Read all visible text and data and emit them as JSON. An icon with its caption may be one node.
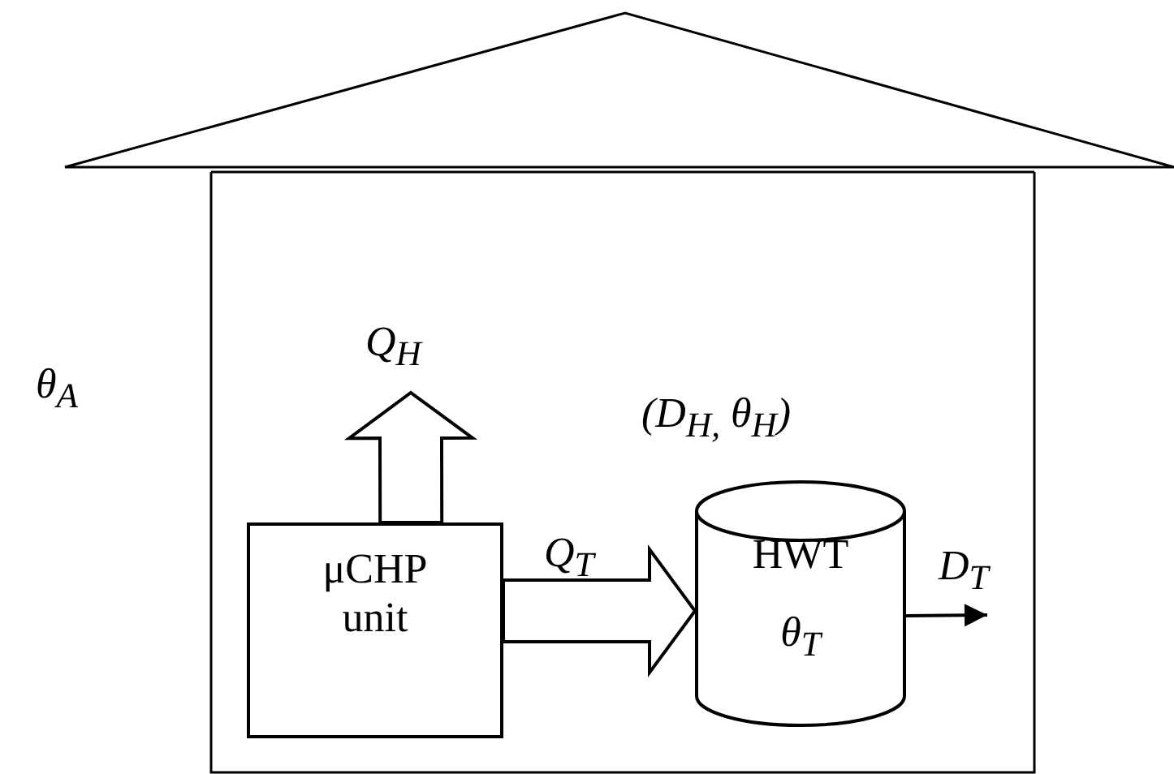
{
  "diagram": {
    "nodes": [
      {
        "text": [
          "(D$_{H,}$ θ$_{H}$)"
        ]
      },
      {
        "text": [
          "μCHP unit"
        ],
        "in": 0
      },
      {
        "text": [
          "HWT",
          "θ$_{T}$"
        ],
        "in": 0
      }
    ],
    "edges": [
      {
        "from": 1,
        "to": null,
        "arrow": "to",
        "label": "Q$_{H}$",
        "style": "thick"
      },
      {
        "from": 1,
        "to": 2,
        "arrow": "to",
        "label": "Q$_{T}$",
        "style": "thick"
      },
      {
        "from": 2,
        "to": null,
        "arrow": "to",
        "label": "D$_{T}$"
      }
    ],
    "labels": [
      "θ$_{A}$"
    ]
  }
}
